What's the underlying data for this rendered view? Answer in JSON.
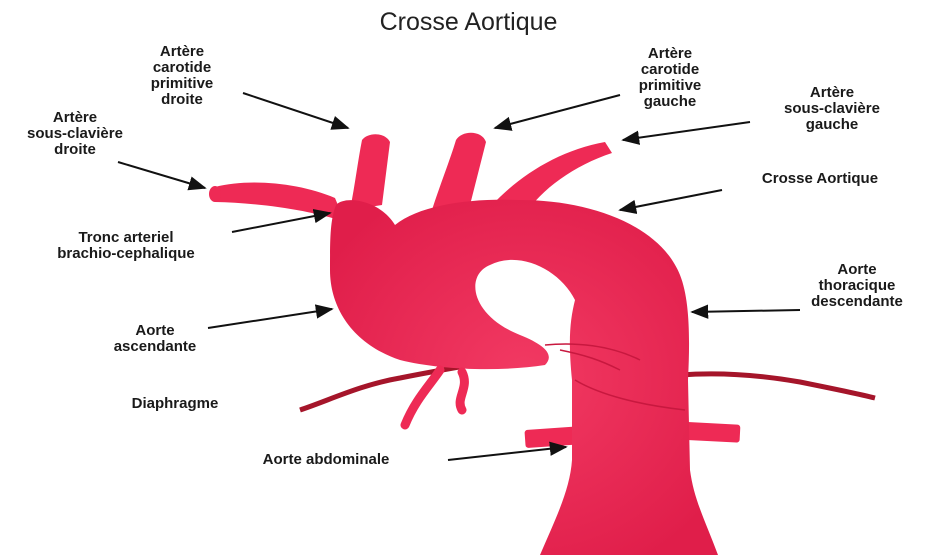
{
  "title": "Crosse Aortique",
  "colors": {
    "vessel": "#ee2a55",
    "vessel_dark": "#c8183f",
    "branch": "#a5152a",
    "arrow": "#111111",
    "text": "#1a1a1a"
  },
  "labels": {
    "carotide_droite": [
      "Artère",
      "carotide",
      "primitive",
      "droite"
    ],
    "sous_claviere_droite": [
      "Artère",
      "sous-clavière",
      "droite"
    ],
    "tronc": [
      "Tronc arteriel",
      "brachio-cephalique"
    ],
    "aorte_ascendante": [
      "Aorte",
      "ascendante"
    ],
    "diaphragme": [
      "Diaphragme"
    ],
    "aorte_abdominale": [
      "Aorte abdominale"
    ],
    "carotide_gauche": [
      "Artère",
      "carotide",
      "primitive",
      "gauche"
    ],
    "sous_claviere_gauche": [
      "Artère",
      "sous-clavière",
      "gauche"
    ],
    "crosse": [
      "Crosse Aortique"
    ],
    "thoracique": [
      "Aorte",
      "thoracique",
      "descendante"
    ]
  }
}
